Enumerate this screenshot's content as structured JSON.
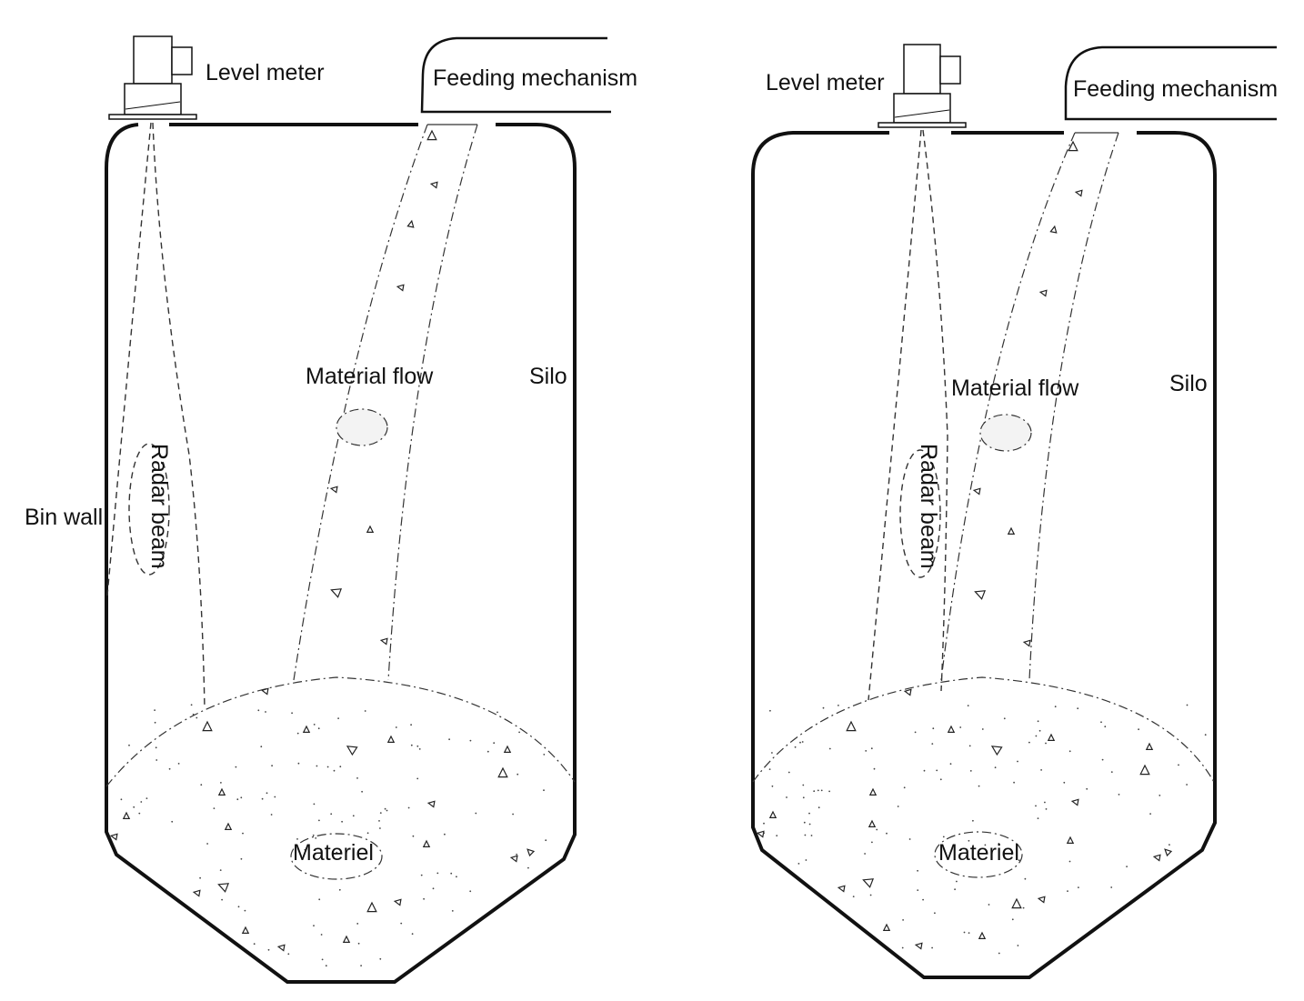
{
  "figure": {
    "description": "Two silo schematics comparing radar level meter beam and material flow from feeding mechanism",
    "colors": {
      "line": "#111111",
      "background": "#ffffff",
      "fill": "#f2f2f2"
    }
  },
  "panels": [
    {
      "id": "left",
      "labels": {
        "level_meter": "Level meter",
        "feeding_mechanism": "Feeding mechanism",
        "material_flow": "Material flow",
        "silo": "Silo",
        "bin_wall": "Bin wall",
        "radar_beam": "Radar beam",
        "materiel": "Materiel"
      }
    },
    {
      "id": "right",
      "labels": {
        "level_meter": "Level meter",
        "feeding_mechanism": "Feeding mechanism",
        "material_flow": "Material flow",
        "silo": "Silo",
        "radar_beam": "Radar beam",
        "materiel": "Materiel"
      }
    }
  ]
}
